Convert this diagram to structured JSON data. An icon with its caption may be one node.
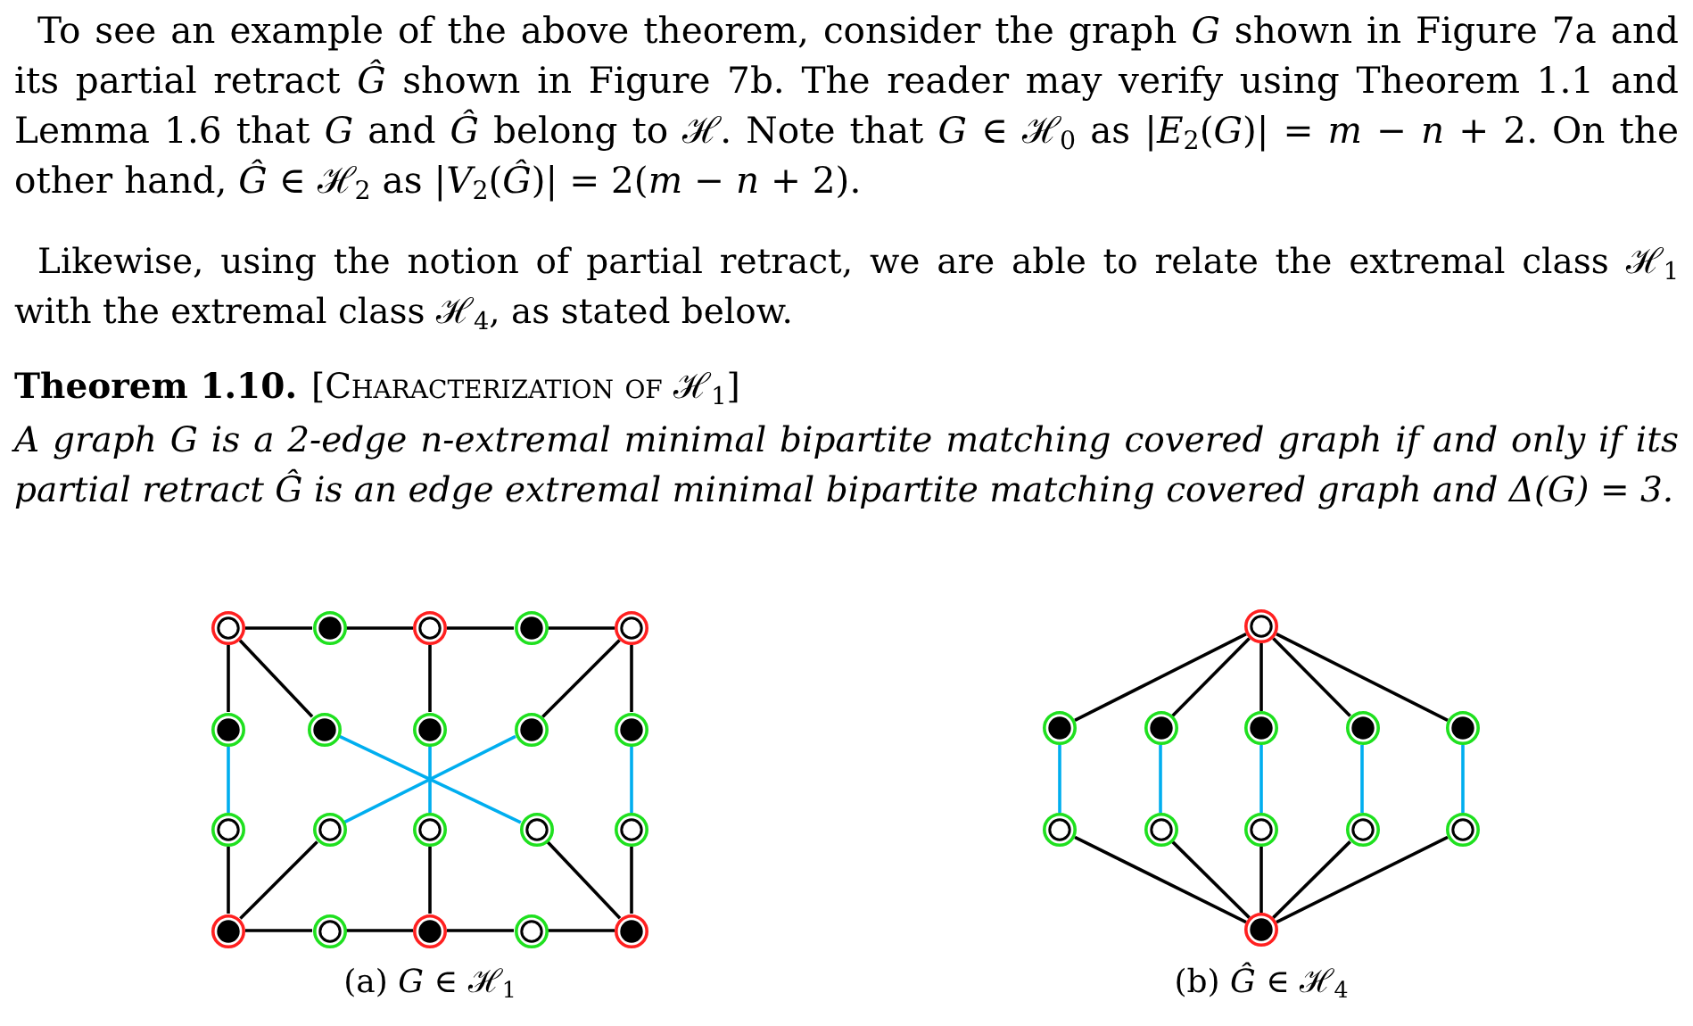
{
  "diagram": {
    "nodes": [
      {
        "text": [],
        "shape": "circle"
      },
      {
        "text": [],
        "shape": "circle"
      },
      {
        "text": [],
        "shape": "circle"
      },
      {
        "text": [],
        "shape": "circle"
      },
      {
        "text": [],
        "shape": "circle"
      },
      {
        "text": [],
        "shape": "circle"
      },
      {
        "text": [],
        "shape": "circle"
      },
      {
        "text": [],
        "shape": "circle"
      },
      {
        "text": [],
        "shape": "circle"
      },
      {
        "text": [],
        "shape": "circle"
      },
      {
        "text": [],
        "shape": "circle"
      },
      {
        "text": [],
        "shape": "circle"
      },
      {
        "text": [],
        "shape": "circle"
      },
      {
        "text": [],
        "shape": "circle"
      },
      {
        "text": [],
        "shape": "circle"
      },
      {
        "text": [],
        "shape": "circle"
      },
      {
        "text": [],
        "shape": "circle"
      },
      {
        "text": [],
        "shape": "circle"
      },
      {
        "text": [],
        "shape": "circle"
      },
      {
        "text": [],
        "shape": "circle"
      },
      {
        "text": [],
        "shape": "circle"
      },
      {
        "text": [],
        "shape": "circle"
      },
      {
        "text": [],
        "shape": "circle"
      },
      {
        "text": [],
        "shape": "circle"
      },
      {
        "text": [],
        "shape": "circle"
      },
      {
        "text": [],
        "shape": "circle"
      },
      {
        "text": [],
        "shape": "circle"
      },
      {
        "text": [],
        "shape": "circle"
      },
      {
        "text": [],
        "shape": "circle"
      },
      {
        "text": [],
        "shape": "circle"
      },
      {
        "text": [],
        "shape": "circle"
      },
      {
        "text": [],
        "shape": "circle"
      }
    ],
    "edges": [
      {
        "from": 0,
        "to": 1,
        "arrow": "none"
      },
      {
        "from": 1,
        "to": 2,
        "arrow": "none"
      },
      {
        "from": 2,
        "to": 3,
        "arrow": "none"
      },
      {
        "from": 3,
        "to": 4,
        "arrow": "none"
      },
      {
        "from": 0,
        "to": 5,
        "arrow": "none"
      },
      {
        "from": 0,
        "to": 6,
        "arrow": "none"
      },
      {
        "from": 2,
        "to": 7,
        "arrow": "none"
      },
      {
        "from": 4,
        "to": 8,
        "arrow": "none"
      },
      {
        "from": 4,
        "to": 9,
        "arrow": "none"
      },
      {
        "from": 5,
        "to": 10,
        "arrow": "none",
        "color": "#00aeef"
      },
      {
        "from": 6,
        "to": 13,
        "arrow": "none",
        "color": "#00aeef"
      },
      {
        "from": 7,
        "to": 12,
        "arrow": "none",
        "color": "#00aeef"
      },
      {
        "from": 8,
        "to": 11,
        "arrow": "none",
        "color": "#00aeef"
      },
      {
        "from": 9,
        "to": 14,
        "arrow": "none",
        "color": "#00aeef"
      },
      {
        "from": 10,
        "to": 15,
        "arrow": "none"
      },
      {
        "from": 11,
        "to": 15,
        "arrow": "none"
      },
      {
        "from": 12,
        "to": 17,
        "arrow": "none"
      },
      {
        "from": 13,
        "to": 19,
        "arrow": "none"
      },
      {
        "from": 14,
        "to": 19,
        "arrow": "none"
      },
      {
        "from": 15,
        "to": 16,
        "arrow": "none"
      },
      {
        "from": 16,
        "to": 17,
        "arrow": "none"
      },
      {
        "from": 17,
        "to": 18,
        "arrow": "none"
      },
      {
        "from": 18,
        "to": 19,
        "arrow": "none"
      },
      {
        "from": 20,
        "to": 21,
        "arrow": "none"
      },
      {
        "from": 20,
        "to": 22,
        "arrow": "none"
      },
      {
        "from": 20,
        "to": 23,
        "arrow": "none"
      },
      {
        "from": 20,
        "to": 24,
        "arrow": "none"
      },
      {
        "from": 20,
        "to": 25,
        "arrow": "none"
      },
      {
        "from": 21,
        "to": 26,
        "arrow": "none",
        "color": "#00aeef"
      },
      {
        "from": 22,
        "to": 27,
        "arrow": "none",
        "color": "#00aeef"
      },
      {
        "from": 23,
        "to": 28,
        "arrow": "none",
        "color": "#00aeef"
      },
      {
        "from": 24,
        "to": 29,
        "arrow": "none",
        "color": "#00aeef"
      },
      {
        "from": 25,
        "to": 30,
        "arrow": "none",
        "color": "#00aeef"
      },
      {
        "from": 26,
        "to": 31,
        "arrow": "none"
      },
      {
        "from": 27,
        "to": 31,
        "arrow": "none"
      },
      {
        "from": 28,
        "to": 31,
        "arrow": "none"
      },
      {
        "from": 29,
        "to": 31,
        "arrow": "none"
      },
      {
        "from": 30,
        "to": 31,
        "arrow": "none"
      }
    ],
    "labels": [
      "To see an example of the above theorem, consider the graph *G* shown in Figure 7a and its partial retract *Ĝ* shown in Figure 7b. The reader may verify using Theorem 1.1 and Lemma 1.6 that *G* and *Ĝ* belong to ℋ. Note that *G* ∈ ℋ$_{0}$ as |*E*$_{2}$(*G*)| = *m* − *n* + 2. On the other hand, *Ĝ* ∈ ℋ$_{2}$ as |*V*$_{2}$(*Ĝ*)| = 2(*m* − *n* + 2).",
      "Likewise, using the notion of partial retract, we are able to relate the extremal class ℋ$_{1}$ with the extremal class ℋ$_{4}$, as stated below.",
      "Theorem 1.10.",
      "[Characterization of ℋ$_{1}$]",
      "A graph G is a 2-edge n-extremal minimal bipartite matching covered graph if and only if its partial retract Ĝ is an edge extremal minimal bipartite matching covered graph and Δ(G) = 3.",
      "(a) *G* ∈ ℋ$_{1}$",
      "(b) *Ĝ* ∈ ℋ$_{4}$"
    ]
  }
}
